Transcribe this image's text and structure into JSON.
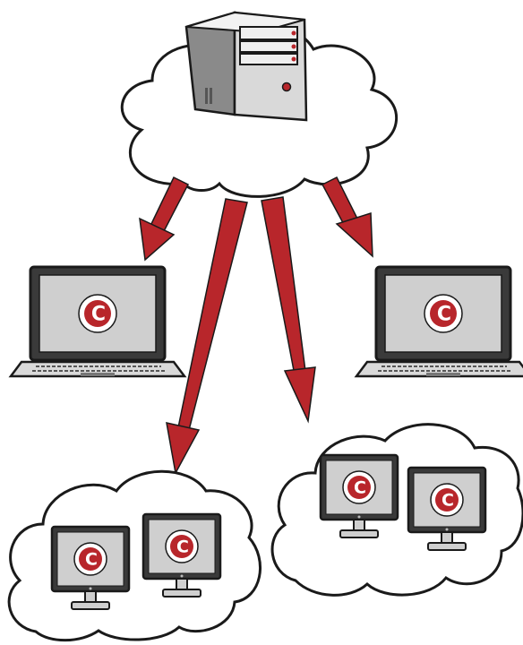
{
  "diagram": {
    "logo_letter": "C",
    "colors": {
      "arrow": "#b8262b",
      "arrow_dark": "#8e1a1e",
      "logo_red": "#b8262b",
      "screen_gray": "#cfcfcf",
      "device_gray": "#d9d9d9",
      "outline": "#1a1a1a",
      "cloud_fill": "#ffffff"
    },
    "nodes": [
      {
        "id": "server-cloud",
        "icon": "server-icon"
      },
      {
        "id": "laptop-left",
        "icon": "laptop-icon"
      },
      {
        "id": "laptop-right",
        "icon": "laptop-icon"
      },
      {
        "id": "monitor-cloud-left",
        "icon": "monitor-icon",
        "count": 2
      },
      {
        "id": "monitor-cloud-right",
        "icon": "monitor-icon",
        "count": 2
      }
    ],
    "edges": [
      {
        "from": "server-cloud",
        "to": "laptop-left"
      },
      {
        "from": "server-cloud",
        "to": "monitor-cloud-left"
      },
      {
        "from": "server-cloud",
        "to": "monitor-cloud-right"
      },
      {
        "from": "server-cloud",
        "to": "laptop-right"
      }
    ]
  }
}
